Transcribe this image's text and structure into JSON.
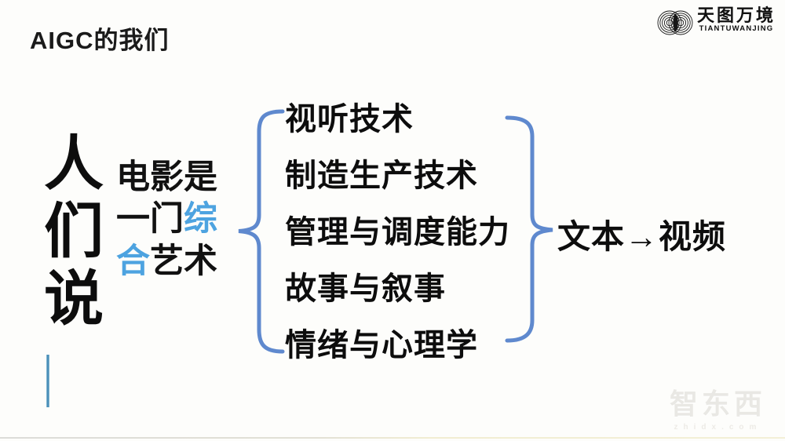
{
  "header": {
    "title": "AIGC的我们",
    "logo": {
      "icon": "swirl-rings-icon",
      "name": "天图万境",
      "subtitle": "TIANTUWANJING"
    }
  },
  "diagram": {
    "speaker": "人们说",
    "claim": {
      "pre": "电影是一门",
      "highlight": "综合",
      "post": "艺术",
      "highlight_color": "#4da3e0"
    },
    "items": [
      "视听技术",
      "制造生产技术",
      "管理与调度能力",
      "故事与叙事",
      "情绪与心理学"
    ],
    "result": "文本→视频",
    "brace_color": "#5f89ce"
  },
  "watermark": {
    "text": "智东西",
    "subtext": "zhidx.com"
  },
  "colors": {
    "background": "#fdfdfb",
    "text": "#0d0d0d",
    "highlight_blue": "#4da3e0",
    "brace_blue": "#5f89ce",
    "cursor_blue": "#4c90ba",
    "watermark_gray": "#e9e8e4"
  }
}
